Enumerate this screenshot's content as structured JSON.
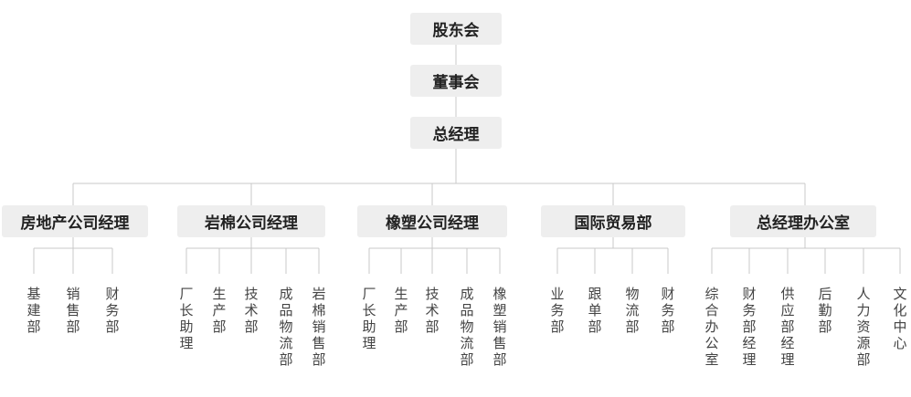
{
  "top": [
    {
      "label": "股东会"
    },
    {
      "label": "董事会"
    },
    {
      "label": "总经理"
    }
  ],
  "divisions": [
    {
      "title": "房地产公司经理",
      "children": [
        "基建部",
        "销售部",
        "财务部"
      ]
    },
    {
      "title": "岩棉公司经理",
      "children": [
        "厂长助理",
        "生产部",
        "技术部",
        "成品物流部",
        "岩棉销售部"
      ]
    },
    {
      "title": "橡塑公司经理",
      "children": [
        "厂长助理",
        "生产部",
        "技术部",
        "成品物流部",
        "橡塑销售部"
      ]
    },
    {
      "title": "国际贸易部",
      "children": [
        "业务部",
        "跟单部",
        "物流部",
        "财务部"
      ]
    },
    {
      "title": "总经理办公室",
      "children": [
        "综合办公室",
        "财务部经理",
        "供应部经理",
        "后勤部",
        "人力资源部",
        "文化中心"
      ]
    }
  ]
}
